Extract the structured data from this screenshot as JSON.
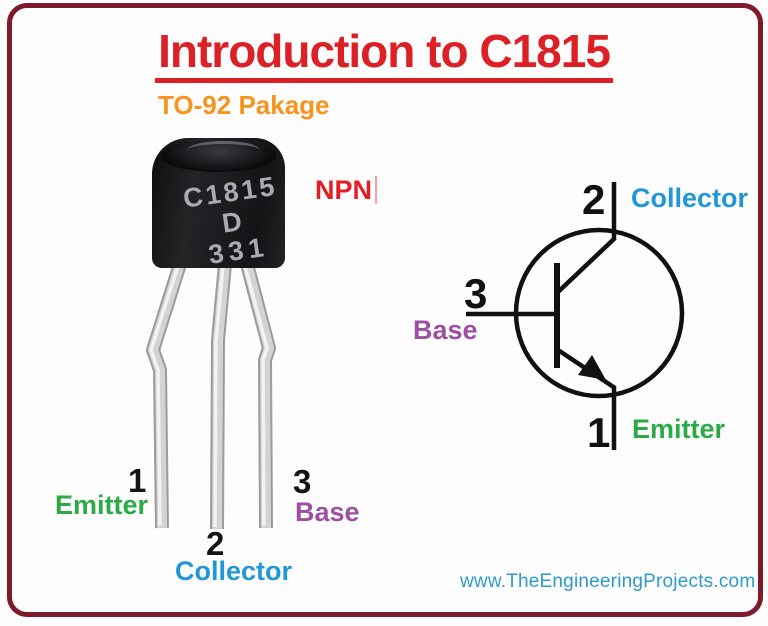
{
  "page": {
    "title": "Introduction to C1815",
    "website": "www.TheEngineeringProjects.com"
  },
  "photo": {
    "package_label": "TO-92 Pakage",
    "transistor_type": "NPN",
    "marking_line1": "C1815",
    "marking_line2": "D 331",
    "pins": [
      {
        "number": "1",
        "name": "Emitter"
      },
      {
        "number": "2",
        "name": "Collector"
      },
      {
        "number": "3",
        "name": "Base"
      }
    ]
  },
  "schematic": {
    "pins": [
      {
        "number": "2",
        "name": "Collector"
      },
      {
        "number": "3",
        "name": "Base"
      },
      {
        "number": "1",
        "name": "Emitter"
      }
    ]
  },
  "colors": {
    "title_red": "#DD2026",
    "border_maroon": "#7E1A2B",
    "package_orange": "#F7941D",
    "npn_red": "#E31E24",
    "emitter_green": "#2BAA47",
    "collector_blue": "#2197D8",
    "base_purple": "#9C51A0",
    "website_blue": "#2E9BC8",
    "symbol_black": "#111111"
  }
}
